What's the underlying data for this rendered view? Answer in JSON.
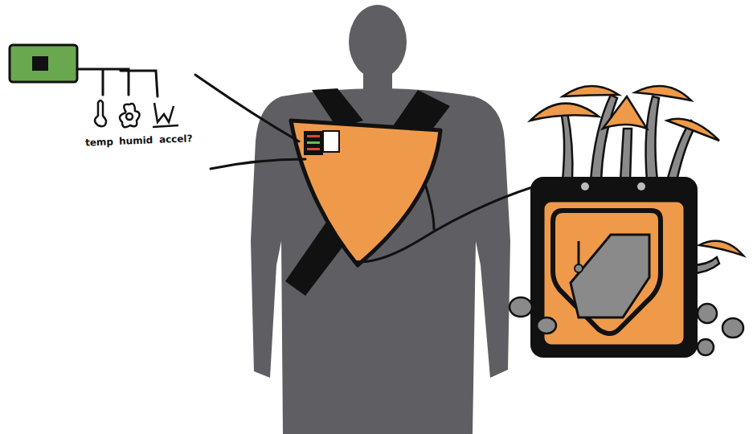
{
  "diagram": {
    "labels": [
      "temp",
      "humid",
      "accel?"
    ]
  }
}
